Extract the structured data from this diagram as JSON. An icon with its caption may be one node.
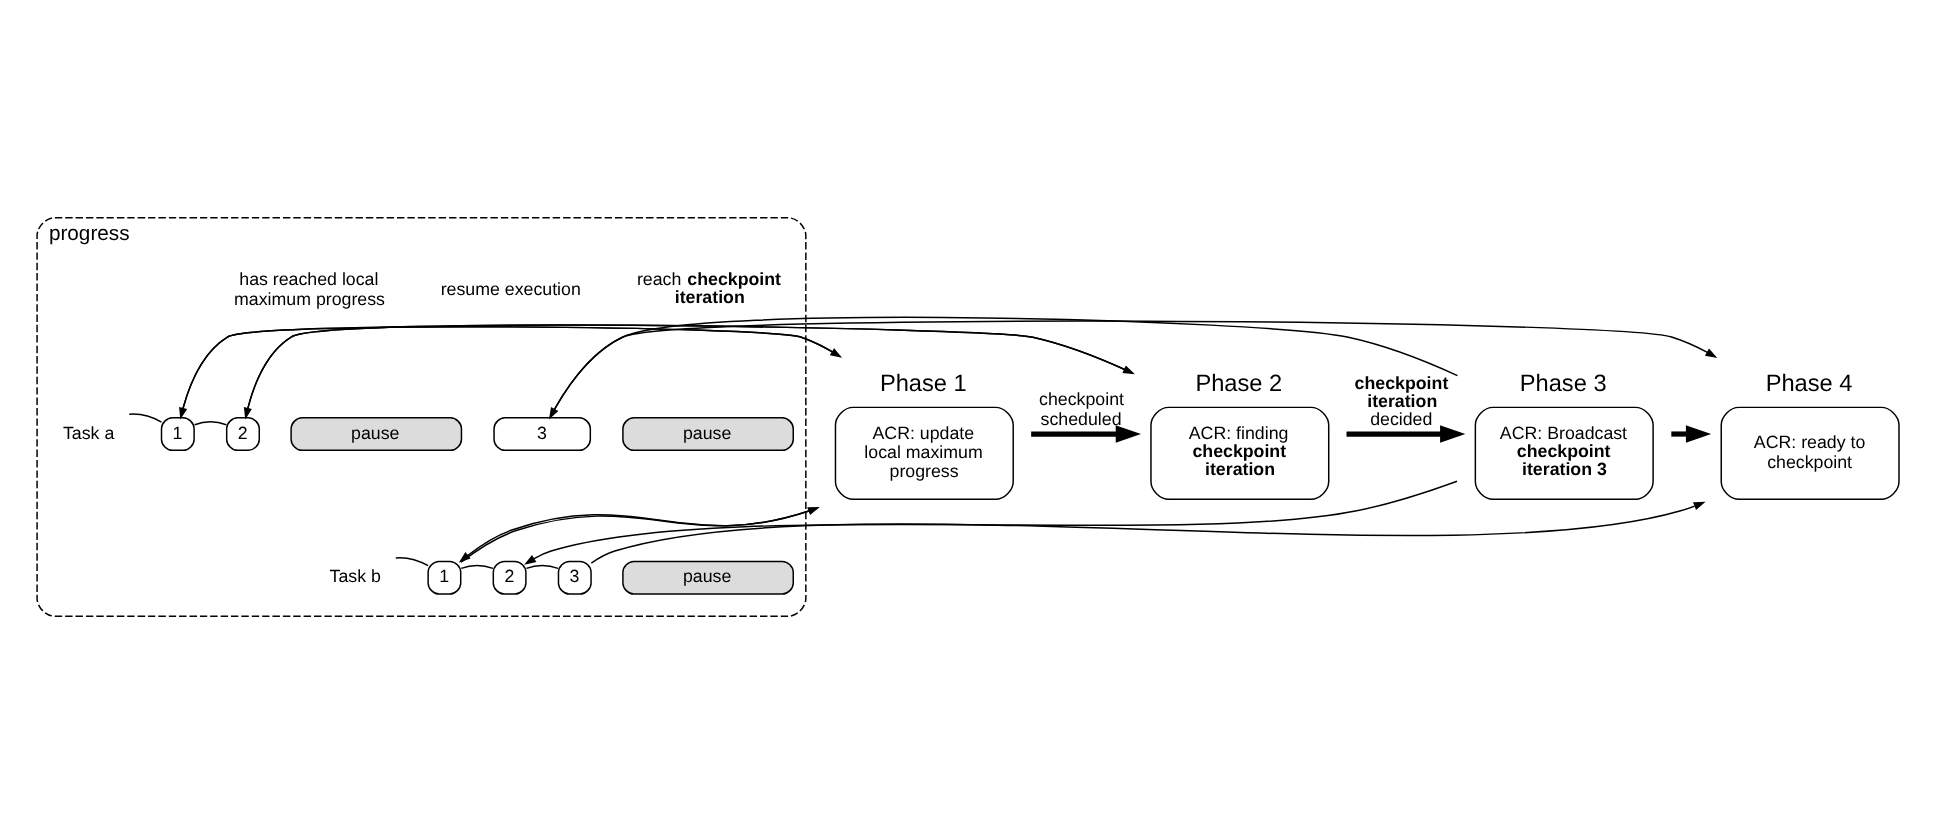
{
  "diagram": {
    "nodes": [
      {
        "text": [
          "ACR: update local maximum progress"
        ],
        "beside": [
          "Phase 1"
        ]
      },
      {
        "text": [
          "ACR: finding **checkpoint iteration**"
        ],
        "beside": [
          "Phase 2"
        ]
      },
      {
        "text": [
          "ACR: Broadcast **checkpoint iteration 3**"
        ],
        "beside": [
          "Phase 3"
        ]
      },
      {
        "text": [
          "ACR: ready to checkpoint"
        ],
        "beside": [
          "Phase 4"
        ]
      },
      {
        "text": [
          "progress"
        ]
      },
      {
        "text": [
          "Task a"
        ],
        "in": 4
      },
      {
        "text": [
          "1"
        ],
        "in": 4
      },
      {
        "text": [
          "2"
        ],
        "in": 4
      },
      {
        "text": [
          "pause"
        ],
        "in": 4
      },
      {
        "text": [
          "3"
        ],
        "in": 4
      },
      {
        "text": [
          "pause"
        ],
        "in": 4
      },
      {
        "text": [
          "Task b"
        ],
        "in": 4
      },
      {
        "text": [
          "1"
        ],
        "in": 4
      },
      {
        "text": [
          "2"
        ],
        "in": 4
      },
      {
        "text": [
          "3"
        ],
        "in": 4
      },
      {
        "text": [
          "pause"
        ],
        "in": 4
      }
    ],
    "edges": [
      {
        "from": 0,
        "to": 1,
        "arrow": "to",
        "label": "checkpoint scheduled",
        "style": "thick"
      },
      {
        "from": 1,
        "to": 2,
        "arrow": "to",
        "label": "**checkpoint iteration** decided",
        "style": "thick"
      },
      {
        "from": 2,
        "to": 3,
        "arrow": "to",
        "style": "thick"
      },
      {
        "from": 6,
        "to": 0,
        "arrow": "to"
      },
      {
        "from": 0,
        "to": 6,
        "arrow": "to"
      },
      {
        "from": 12,
        "to": 0,
        "arrow": "to"
      },
      {
        "from": 0,
        "to": 12,
        "arrow": "to"
      },
      {
        "from": 7,
        "to": 1,
        "arrow": "to"
      },
      {
        "from": 1,
        "to": 7,
        "arrow": "to"
      },
      {
        "from": 2,
        "to": 9,
        "arrow": "to"
      },
      {
        "from": 9,
        "to": 3,
        "arrow": "to"
      },
      {
        "from": 2,
        "to": 13,
        "arrow": "to"
      },
      {
        "from": 14,
        "to": 3,
        "arrow": "to"
      },
      {
        "from": 5,
        "to": 6,
        "arrow": "none"
      },
      {
        "from": 6,
        "to": 7,
        "arrow": "none"
      },
      {
        "from": 11,
        "to": 12,
        "arrow": "none"
      },
      {
        "from": 12,
        "to": 13,
        "arrow": "none"
      },
      {
        "from": 13,
        "to": 14,
        "arrow": "none"
      }
    ],
    "labels": [
      "has reached local maximum progress",
      "resume execution",
      "reach **checkpoint iteration**"
    ]
  }
}
